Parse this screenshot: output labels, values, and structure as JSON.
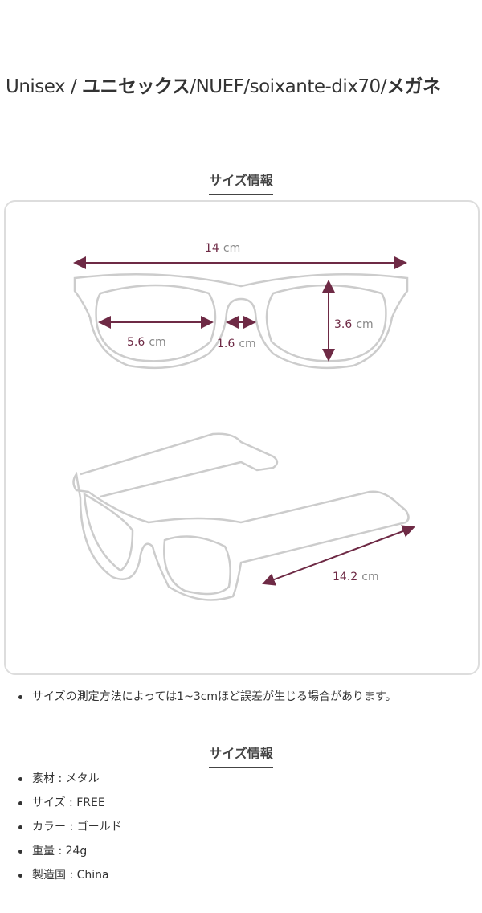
{
  "title": {
    "part1": "Unisex / ",
    "part2": "ユニセックス",
    "part3": "/NUEF/soixante-dix70/",
    "part4": "メガネ"
  },
  "size_section": {
    "heading": "サイズ情報",
    "measurements": {
      "total_width": {
        "value": "14",
        "unit": "cm"
      },
      "lens_width": {
        "value": "5.6",
        "unit": "cm"
      },
      "bridge_width": {
        "value": "1.6",
        "unit": "cm"
      },
      "lens_height": {
        "value": "3.6",
        "unit": "cm"
      },
      "temple_length": {
        "value": "14.2",
        "unit": "cm"
      }
    },
    "note": "サイズの測定方法によっては1~3cmほど誤差が生じる場合があります。"
  },
  "spec_section": {
    "heading": "サイズ情報",
    "items": [
      "素材 : メタル",
      "サイズ : FREE",
      "カラー : ゴールド",
      "重量 : 24g",
      "製造国 : China"
    ]
  },
  "colors": {
    "accent": "#6e2a45",
    "outline": "#cccccc"
  }
}
